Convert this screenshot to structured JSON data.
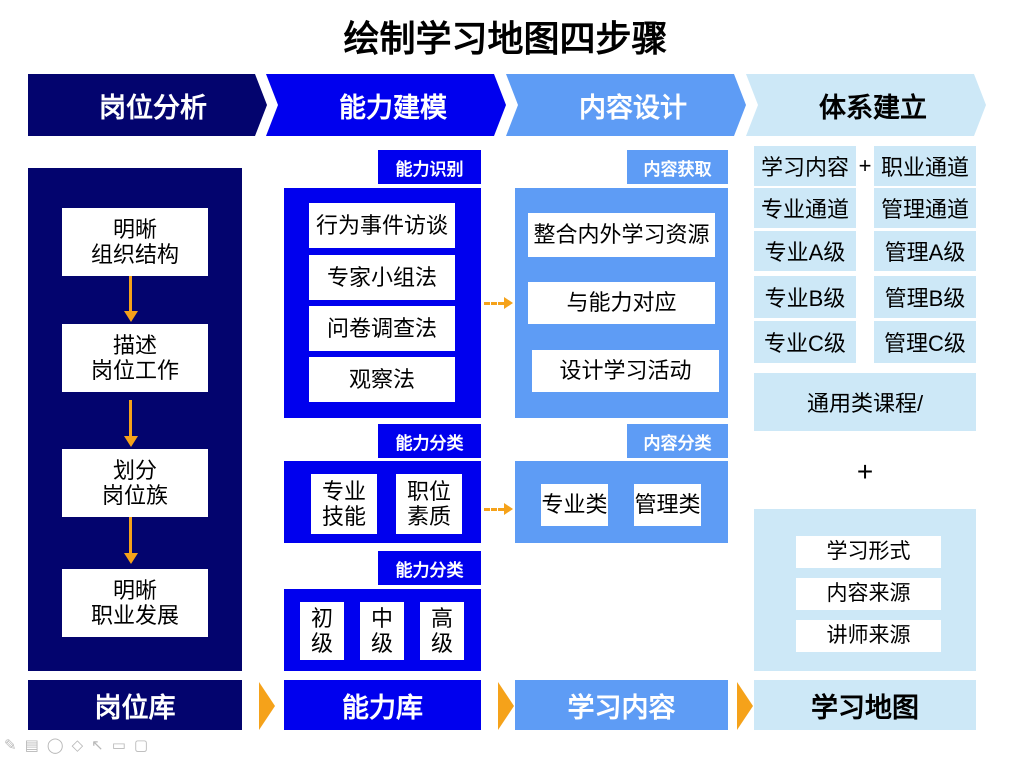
{
  "title": "绘制学习地图四步骤",
  "steps": [
    "岗位分析",
    "能力建模",
    "内容设计",
    "体系建立"
  ],
  "col1": {
    "items": [
      "明晰\n组织结构",
      "描述\n岗位工作",
      "划分\n岗位族",
      "明晰\n职业发展"
    ],
    "footer": "岗位库"
  },
  "col2": {
    "label1": "能力识别",
    "methods": [
      "行为事件访谈",
      "专家小组法",
      "问卷调查法",
      "观察法"
    ],
    "label2": "能力分类",
    "types": [
      "专业\n技能",
      "职位\n素质"
    ],
    "label3": "能力分类",
    "levels": [
      "初\n级",
      "中\n级",
      "高\n级"
    ],
    "footer": "能力库"
  },
  "col3": {
    "label1": "内容获取",
    "steps": [
      "整合内外学习资源",
      "与能力对应",
      "设计学习活动"
    ],
    "label2": "内容分类",
    "types": [
      "专业类",
      "管理类"
    ],
    "footer": "学习内容"
  },
  "col4": {
    "top_left": "学习内容",
    "plus": "+",
    "top_right": "职业通道",
    "left": [
      "专业通道",
      "专业A级",
      "专业B级",
      "专业C级"
    ],
    "right": [
      "管理通道",
      "管理A级",
      "管理B级",
      "管理C级"
    ],
    "general": "通用类课程/",
    "plus2": "+",
    "forms": [
      "学习形式",
      "内容来源",
      "讲师来源"
    ],
    "footer": "学习地图"
  },
  "colors": {
    "navy": "#03046e",
    "blue": "#0000ee",
    "mid": "#5e9cf5",
    "light": "#cde8f7",
    "orange": "#f5a21a"
  }
}
